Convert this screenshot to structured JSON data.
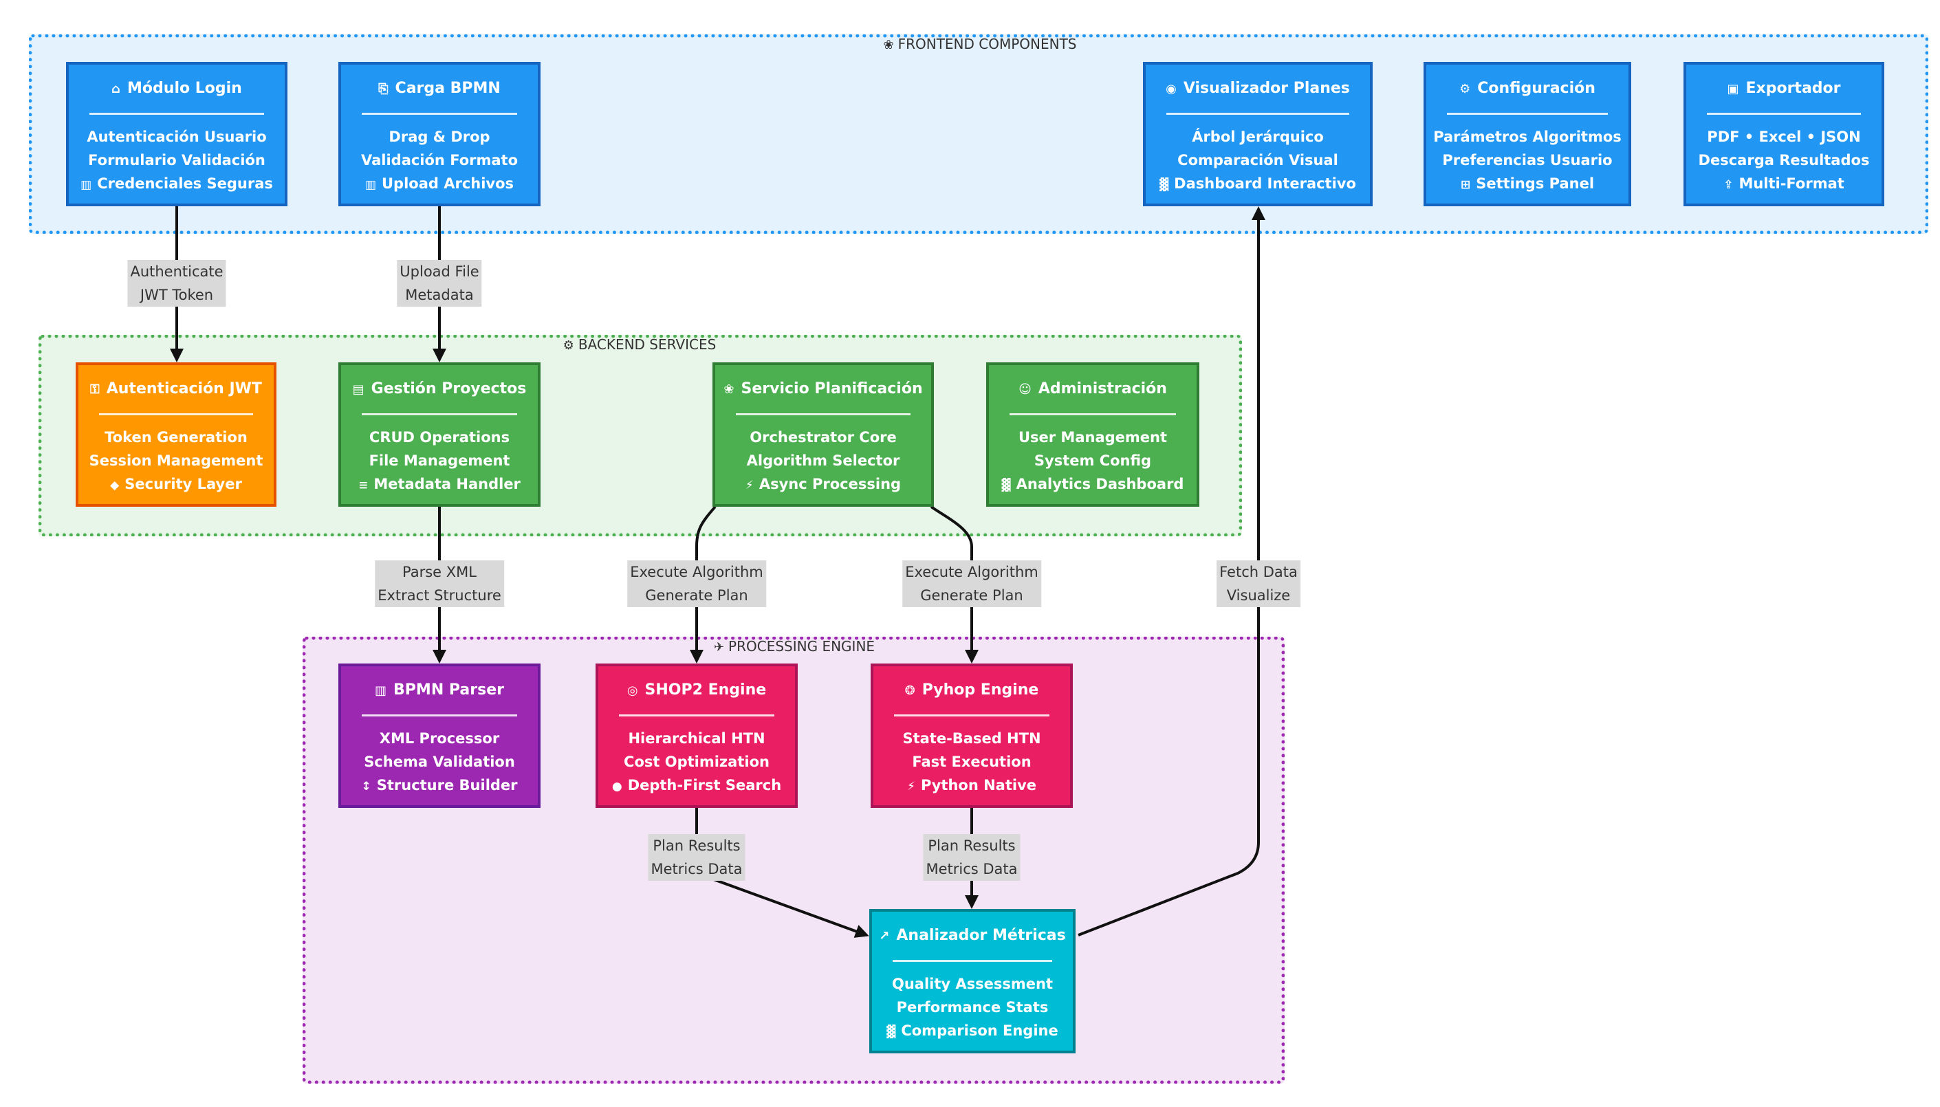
{
  "groups": {
    "frontend": {
      "title": "FRONTEND COMPONENTS",
      "icon": "brain-icon",
      "border": "#2196f3",
      "fill": "#e3f2fd"
    },
    "backend": {
      "title": "BACKEND SERVICES",
      "icon": "gear-icon",
      "border": "#4caf50",
      "fill": "#e8f5e9"
    },
    "processing": {
      "title": "PROCESSING ENGINE",
      "icon": "satellite-icon",
      "border": "#9c27b0",
      "fill": "#f3e5f5"
    }
  },
  "nodes": {
    "login": {
      "title": "Módulo Login",
      "icon": "lock-icon",
      "lines": [
        "Autenticación Usuario",
        "Formulario Validación",
        "Credenciales Seguras"
      ],
      "line3_icon": "document-icon"
    },
    "carga": {
      "title": "Carga BPMN",
      "icon": "clipboard-icon",
      "lines": [
        "Drag & Drop",
        "Validación Formato",
        "Upload Archivos"
      ],
      "line3_icon": "document-icon"
    },
    "visualizador": {
      "title": "Visualizador Planes",
      "icon": "eye-icon",
      "lines": [
        "Árbol Jerárquico",
        "Comparación Visual",
        "Dashboard Interactivo"
      ],
      "line3_icon": "bar-chart-icon"
    },
    "configuracion": {
      "title": "Configuración",
      "icon": "gear-icon",
      "lines": [
        "Parámetros Algoritmos",
        "Preferencias Usuario",
        "Settings Panel"
      ],
      "line3_icon": "grid-icon"
    },
    "exportador": {
      "title": "Exportador",
      "icon": "floppy-icon",
      "lines": [
        "PDF • Excel • JSON",
        "Descarga Resultados",
        "Multi-Format"
      ],
      "line3_icon": "export-icon"
    },
    "auth": {
      "title": "Autenticación JWT",
      "icon": "key-icon",
      "lines": [
        "Token Generation",
        "Session Management",
        "Security Layer"
      ],
      "line3_icon": "shield-icon"
    },
    "gestion": {
      "title": "Gestión Proyectos",
      "icon": "folder-icon",
      "lines": [
        "CRUD Operations",
        "File Management",
        "Metadata Handler"
      ],
      "line3_icon": "database-icon"
    },
    "planificacion": {
      "title": "Servicio Planificación",
      "icon": "brain-icon",
      "lines": [
        "Orchestrator Core",
        "Algorithm Selector",
        "Async Processing"
      ],
      "line3_icon": "lightning-icon"
    },
    "admin": {
      "title": "Administración",
      "icon": "user-icon",
      "lines": [
        "User Management",
        "System Config",
        "Analytics Dashboard"
      ],
      "line3_icon": "bar-chart-icon"
    },
    "bpmn_parser": {
      "title": "BPMN Parser",
      "icon": "document-icon",
      "lines": [
        "XML Processor",
        "Schema Validation",
        "Structure Builder"
      ],
      "line3_icon": "ruler-icon"
    },
    "shop2": {
      "title": "SHOP2 Engine",
      "icon": "target-icon",
      "lines": [
        "Hierarchical HTN",
        "Cost Optimization",
        "Depth-First Search"
      ],
      "line3_icon": "circle-icon"
    },
    "pyhop": {
      "title": "Pyhop Engine",
      "icon": "snake-icon",
      "lines": [
        "State-Based HTN",
        "Fast Execution",
        "Python Native"
      ],
      "line3_icon": "lightning-icon"
    },
    "analizador": {
      "title": "Analizador Métricas",
      "icon": "trend-icon",
      "lines": [
        "Quality Assessment",
        "Performance Stats",
        "Comparison Engine"
      ],
      "line3_icon": "bar-chart-icon"
    }
  },
  "edge_labels": {
    "login_auth": [
      "Authenticate",
      "JWT Token"
    ],
    "carga_gestion": [
      "Upload File",
      "Metadata"
    ],
    "gestion_parser": [
      "Parse XML",
      "Extract Structure"
    ],
    "plan_shop2": [
      "Execute Algorithm",
      "Generate Plan"
    ],
    "plan_pyhop": [
      "Execute Algorithm",
      "Generate Plan"
    ],
    "analizador_visual": [
      "Fetch Data",
      "Visualize"
    ],
    "shop2_analizador": [
      "Plan Results",
      "Metrics Data"
    ],
    "pyhop_analizador": [
      "Plan Results",
      "Metrics Data"
    ]
  },
  "colors": {
    "frontend_node": "#2196f3",
    "frontend_node_border": "#1565c0",
    "auth_node": "#ff9800",
    "auth_node_border": "#e65100",
    "backend_node": "#4caf50",
    "backend_node_border": "#2e7d32",
    "parser_node": "#9c27b0",
    "parser_node_border": "#6a1b9a",
    "engine_node": "#e91e63",
    "engine_node_border": "#ad1457",
    "metrics_node": "#00bcd4",
    "metrics_node_border": "#00838f",
    "edge": "#111111"
  }
}
